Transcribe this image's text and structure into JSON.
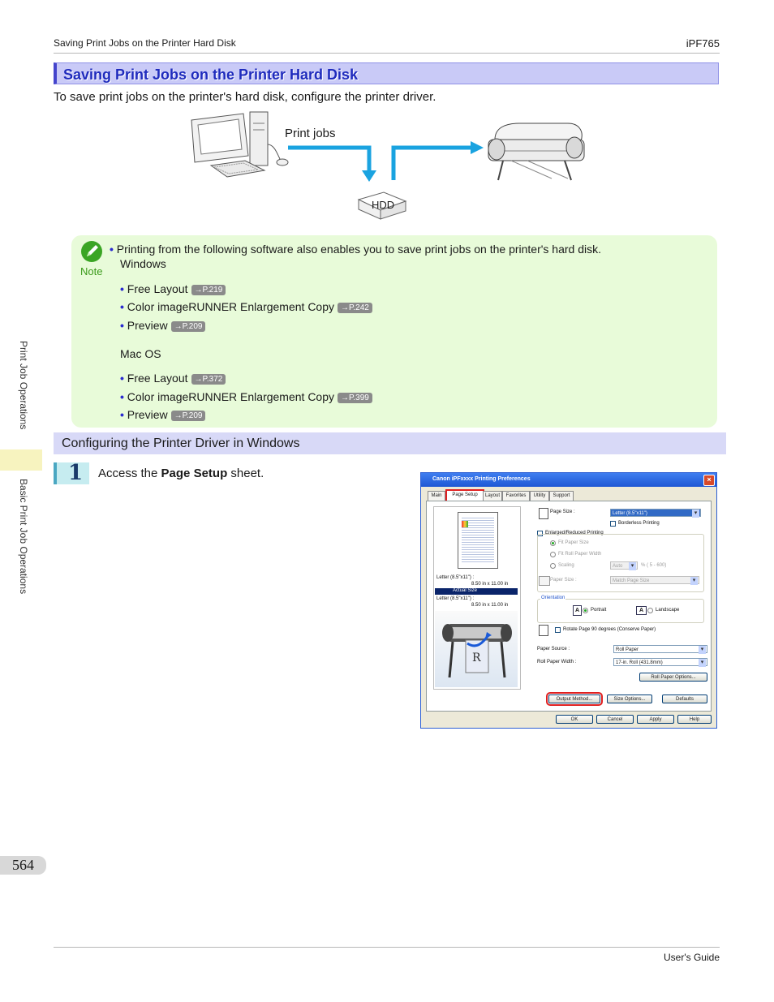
{
  "header": {
    "left": "Saving Print Jobs on the Printer Hard Disk",
    "right": "iPF765"
  },
  "title": "Saving Print Jobs on the Printer Hard Disk",
  "intro": "To save print jobs on the printer's hard disk, configure the printer driver.",
  "diagram": {
    "print_jobs_label": "Print jobs",
    "hdd_label": "HDD",
    "arrow_color": "#1aa3e0"
  },
  "note": {
    "label": "Note",
    "bullet_text": "Printing from the following software also enables you to save print jobs on the printer's hard disk.",
    "windows_heading": "Windows",
    "windows_items": [
      {
        "label": "Free Layout",
        "ref": "→P.219"
      },
      {
        "label": "Color imageRUNNER Enlargement Copy",
        "ref": "→P.242"
      },
      {
        "label": "Preview",
        "ref": "→P.209"
      }
    ],
    "mac_heading": "Mac OS",
    "mac_items": [
      {
        "label": "Free Layout",
        "ref": "→P.372"
      },
      {
        "label": "Color imageRUNNER Enlargement Copy",
        "ref": "→P.399"
      },
      {
        "label": "Preview",
        "ref": "→P.209"
      }
    ]
  },
  "section": {
    "title": "Configuring the Printer Driver in Windows"
  },
  "step": {
    "number": "1",
    "text_before": "Access the ",
    "text_bold": "Page Setup",
    "text_after": " sheet."
  },
  "dialog": {
    "title": "Canon iPFxxxx Printing Preferences",
    "tabs": [
      "Main",
      "Page Setup",
      "Layout",
      "Favorites",
      "Utility",
      "Support"
    ],
    "preview": {
      "original_label": "Letter (8.5\"x11\") :",
      "original_size": "8.50 in x 11.00 in",
      "actual_size": "Actual Size",
      "output_label": "Letter (8.5\"x11\") :",
      "output_size": "8.50 in x 11.00 in"
    },
    "page_size_label": "Page Size :",
    "page_size_value": "Letter (8.5\"x11\")",
    "borderless": "Borderless Printing",
    "enlarged": "Enlarged/Reduced Printing",
    "fit_paper_size": "Fit Paper Size",
    "fit_roll_width": "Fit Roll Paper Width",
    "scaling": "Scaling",
    "scaling_value": "Auto",
    "scaling_range": "% ( 5 - 600)",
    "paper_size_label": "Paper Size :",
    "paper_size_value": "Match Page Size",
    "orientation_label": "Orientation",
    "portrait": "Portrait",
    "landscape": "Landscape",
    "rotate": "Rotate Page 90 degrees (Conserve Paper)",
    "paper_source_label": "Paper Source :",
    "paper_source_value": "Roll Paper",
    "roll_width_label": "Roll Paper Width :",
    "roll_width_value": "17-in. Roll (431.8mm)",
    "roll_options": "Roll Paper Options...",
    "output_method": "Output Method...",
    "size_options": "Size Options...",
    "defaults": "Defaults",
    "ok": "OK",
    "cancel": "Cancel",
    "apply": "Apply",
    "help": "Help"
  },
  "side": {
    "top": "Print Job Operations",
    "bottom": "Basic Print Job Operations"
  },
  "page_number": "564",
  "footer": {
    "right": "User's Guide"
  }
}
